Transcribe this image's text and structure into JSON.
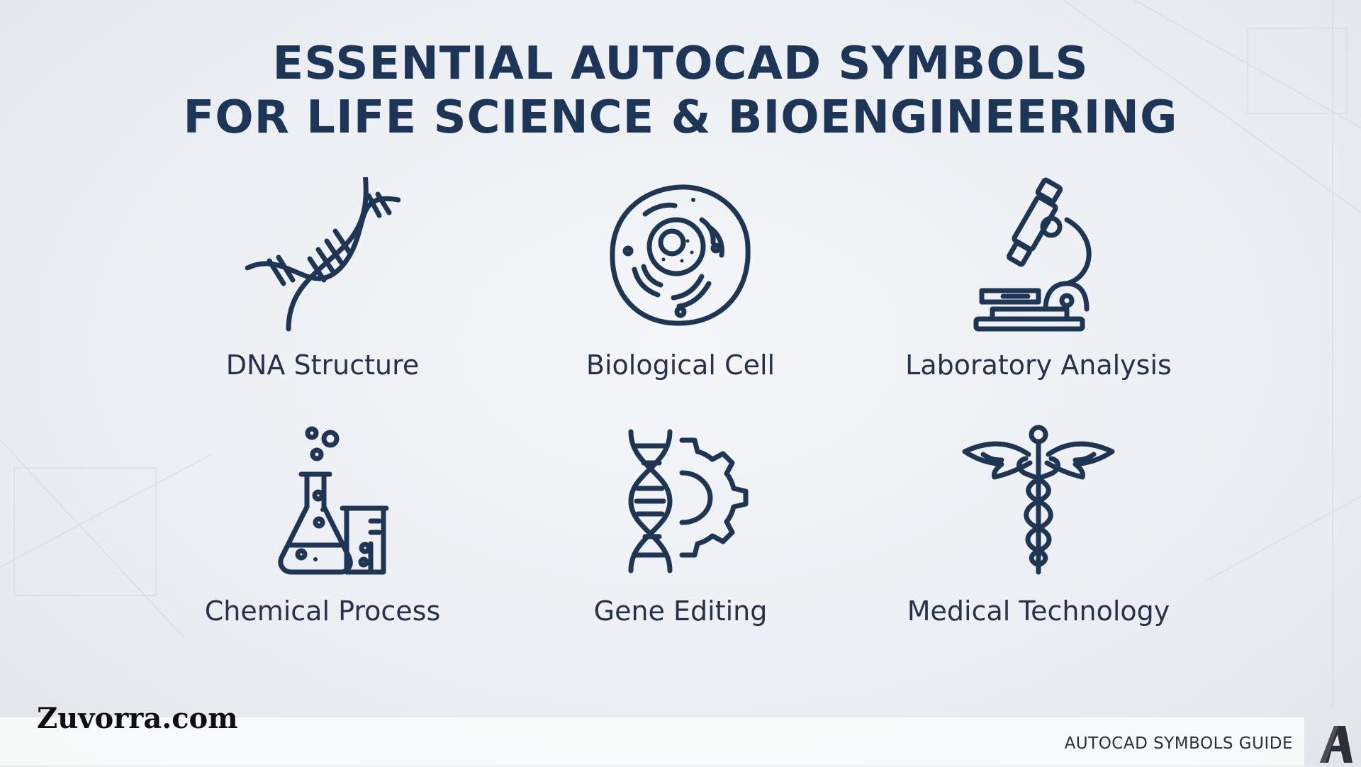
{
  "title": {
    "line1": "ESSENTIAL AUTOCAD SYMBOLS",
    "line2": "FOR LIFE SCIENCE & BIOENGINEERING"
  },
  "symbols": [
    {
      "label": "DNA Structure",
      "icon": "dna-icon"
    },
    {
      "label": "Biological Cell",
      "icon": "cell-icon"
    },
    {
      "label": "Laboratory Analysis",
      "icon": "microscope-icon"
    },
    {
      "label": "Chemical Process",
      "icon": "flask-beaker-icon"
    },
    {
      "label": "Gene Editing",
      "icon": "dna-gear-icon"
    },
    {
      "label": "Medical Technology",
      "icon": "caduceus-icon"
    }
  ],
  "footer": {
    "brand": "Zuvorra.com",
    "guide": "AUTOCAD SYMBOLS GUIDE",
    "logo_icon": "autocad-logo-icon"
  },
  "colors": {
    "icon": "#1f3554",
    "title": "#1d3557",
    "background": "#eceff3"
  }
}
